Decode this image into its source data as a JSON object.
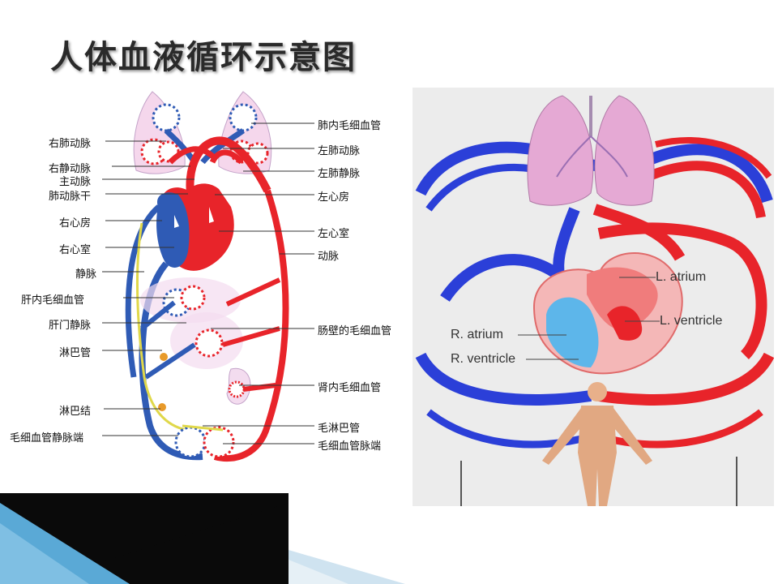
{
  "slide": {
    "title": "人体血液循环示意图"
  },
  "left_figure": {
    "labels_left": [
      "右肺动脉",
      "右静动脉",
      "主动脉",
      "肺动脉干",
      "右心房",
      "右心室",
      "静脉",
      "肝内毛细血管",
      "肝门静脉",
      "淋巴管",
      "淋巴结",
      "毛细血管静脉端"
    ],
    "labels_right": [
      "肺内毛细血管",
      "左肺动脉",
      "左肺静脉",
      "左心房",
      "左心室",
      "动脉",
      "肠壁的毛细血管",
      "肾内毛细血管",
      "毛淋巴管",
      "毛细血管脉端"
    ]
  },
  "right_figure": {
    "labels": [
      "L. atrium",
      "L. ventricle",
      "R. atrium",
      "R. ventricle"
    ]
  },
  "colors": {
    "artery": "#e8242a",
    "vein": "#2f5bb5",
    "lymph": "#e0d84a",
    "title_shadow": "#9a9a9a",
    "deco_dark": "#0a0a0a",
    "deco_blue": "#5aa9d6"
  }
}
